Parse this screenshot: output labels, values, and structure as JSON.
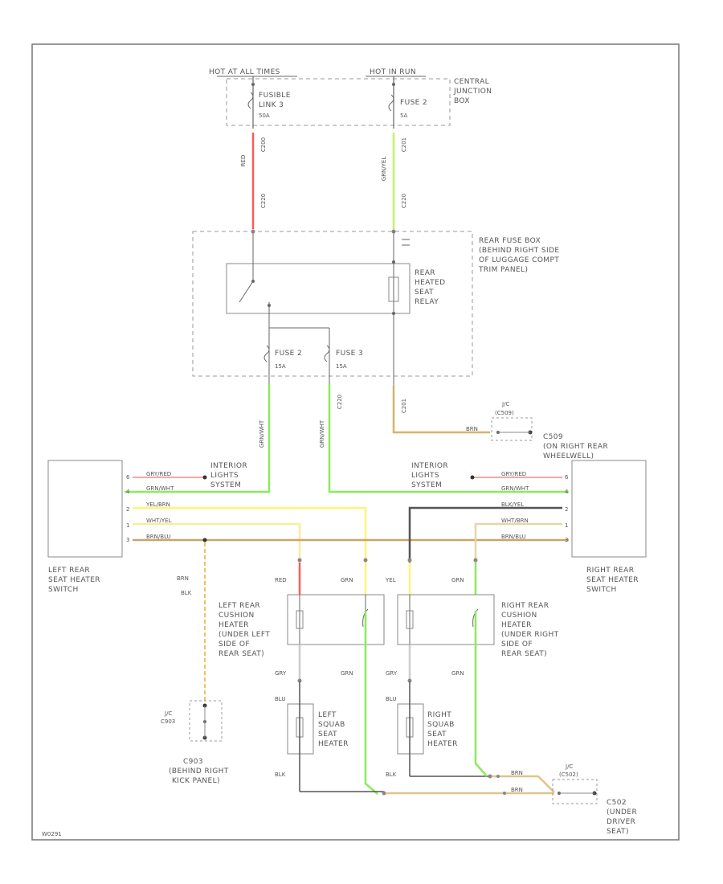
{
  "top": {
    "hot_at_all_times": "HOT AT ALL TIMES",
    "hot_in_run": "HOT IN RUN",
    "central_junction_box": [
      "CENTRAL",
      "JUNCTION",
      "BOX"
    ],
    "fusible_link": [
      "FUSIBLE",
      "LINK 3"
    ],
    "fusible_link_amp": "50A",
    "fuse2_top": "FUSE 2",
    "fuse2_top_amp": "5A"
  },
  "wires_top": {
    "left_color": "RED",
    "left_conn_a": "C200",
    "left_conn_b": "C220",
    "right_color": "GRN/YEL",
    "right_conn_a": "C201",
    "right_conn_b": "C220"
  },
  "rear_fuse_box": {
    "label": [
      "REAR FUSE BOX",
      "(BEHIND RIGHT SIDE",
      "OF LUGGAGE COMPT",
      "TRIM PANEL)"
    ],
    "relay": [
      "REAR",
      "HEATED",
      "SEAT",
      "RELAY"
    ],
    "fuse2": "FUSE 2",
    "fuse2_amp": "15A",
    "fuse3": "FUSE 3",
    "fuse3_amp": "15A"
  },
  "wires_mid": {
    "left_color": "GRN/WHT",
    "right_color": "GRN/WHT",
    "right_conn": "C220",
    "brn_conn": "C201",
    "brn_color": "BRN"
  },
  "jc_right_upper": {
    "label": "J/C",
    "sub": "(C509)",
    "wire": "BRN",
    "conn": [
      "C509",
      "(ON RIGHT REAR",
      "WHEELWELL)"
    ]
  },
  "left_switch": {
    "label": [
      "LEFT REAR",
      "SEAT HEATER",
      "SWITCH"
    ],
    "pins": [
      "6",
      "4",
      "2",
      "1",
      "3"
    ],
    "wires": [
      "GRY/RED",
      "GRN/WHT",
      "YEL/BRN",
      "WHT/YEL",
      "BRN/BLU"
    ]
  },
  "right_switch": {
    "label": [
      "RIGHT REAR",
      "SEAT HEATER",
      "SWITCH"
    ],
    "pins": [
      "6",
      "4",
      "2",
      "1",
      "3"
    ],
    "wires": [
      "GRY/RED",
      "GRN/WHT",
      "BLK/YEL",
      "WHT/BRN",
      "BRN/BLU"
    ]
  },
  "interior_lights": [
    "INTERIOR",
    "LIGHTS",
    "SYSTEM"
  ],
  "left_cushion": {
    "label": [
      "LEFT REAR",
      "CUSHION",
      "HEATER",
      "(UNDER LEFT",
      "SIDE OF",
      "REAR SEAT)"
    ],
    "in_left": "RED",
    "in_right": "GRN",
    "out_left": "GRY",
    "out_right": "GRN"
  },
  "right_cushion": {
    "label": [
      "RIGHT REAR",
      "CUSHION",
      "HEATER",
      "(UNDER RIGHT",
      "SIDE OF",
      "REAR SEAT)"
    ],
    "in_left": "YEL",
    "in_right": "GRN",
    "out_left": "GRY",
    "out_right": "GRN"
  },
  "left_squab": {
    "label": [
      "LEFT",
      "SQUAB",
      "SEAT",
      "HEATER"
    ],
    "top": "BLU",
    "bottom": "BLK"
  },
  "right_squab": {
    "label": [
      "RIGHT",
      "SQUAB",
      "SEAT",
      "HEATER"
    ],
    "top": "BLU",
    "bottom": "BLK"
  },
  "left_ground": {
    "wire": [
      "BRN",
      "BLK"
    ],
    "jc": [
      "J/C",
      "C903"
    ],
    "label": [
      "C903",
      "(BEHIND RIGHT",
      "KICK PANEL)"
    ]
  },
  "right_ground": {
    "jc": [
      "J/C",
      "(C502)"
    ],
    "wire1": "BRN",
    "wire2": "BRN",
    "label": [
      "C502",
      "(UNDER",
      "DRIVER",
      "SEAT)"
    ]
  },
  "footer_code": "W0291",
  "colors": {
    "border": "#777777",
    "red": "#ff5a5a",
    "green": "#8bea60",
    "yellow": "#fff37a",
    "brown": "#c9a46a",
    "tan": "#e0c48a",
    "pink": "#f2a8a8",
    "black": "#444444",
    "orange": "#f0c060"
  }
}
